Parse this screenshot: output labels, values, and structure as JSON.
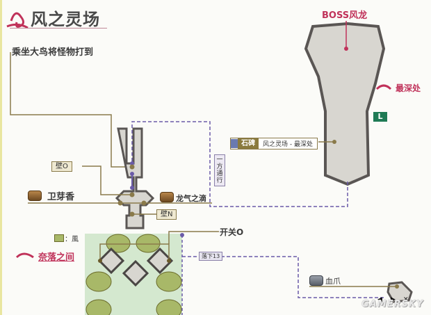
{
  "map": {
    "title": "风之灵场",
    "boss_label": "BOSS风龙",
    "deepest_label": "最深处",
    "room_label": "奈落之间",
    "legend": {
      "wind_label": "：風",
      "wind_color": "#a8b868"
    },
    "bird_note": "乘坐大鸟将怪物打到",
    "switch_label": "开关O",
    "wall_o": "壁O",
    "wall_n": "壁N",
    "one_way": "一方通行",
    "drop_label": "落下13",
    "stele": {
      "type": "石碑",
      "text": "风之灵场 - 最深处"
    },
    "area_badge": "L",
    "items": [
      {
        "name": "卫芽香",
        "icon": "chest-icon"
      },
      {
        "name": "龙气之滴",
        "icon": "chest-icon"
      },
      {
        "name": "血爪",
        "icon": "grey-chest-icon"
      }
    ],
    "watermark": "GAMERSKY",
    "colors": {
      "accent": "#c0325a",
      "floor": "#d8d6d0",
      "wall": "#5a5654",
      "room_bg": "#d4e8cf",
      "line": "#8a7a4a",
      "path": "#6a5aa8"
    }
  },
  "controls": {
    "prev": "◀",
    "next": "▶",
    "close": "✕"
  }
}
